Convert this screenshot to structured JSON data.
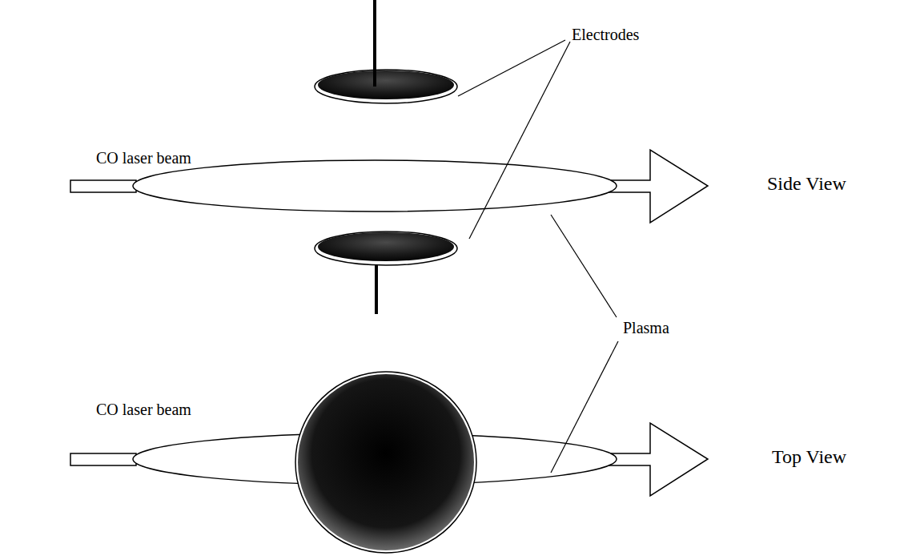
{
  "diagram": {
    "labels": [
      "Electrodes",
      "CO laser beam",
      "Side View",
      "Plasma",
      "CO laser beam",
      "Top View"
    ]
  }
}
